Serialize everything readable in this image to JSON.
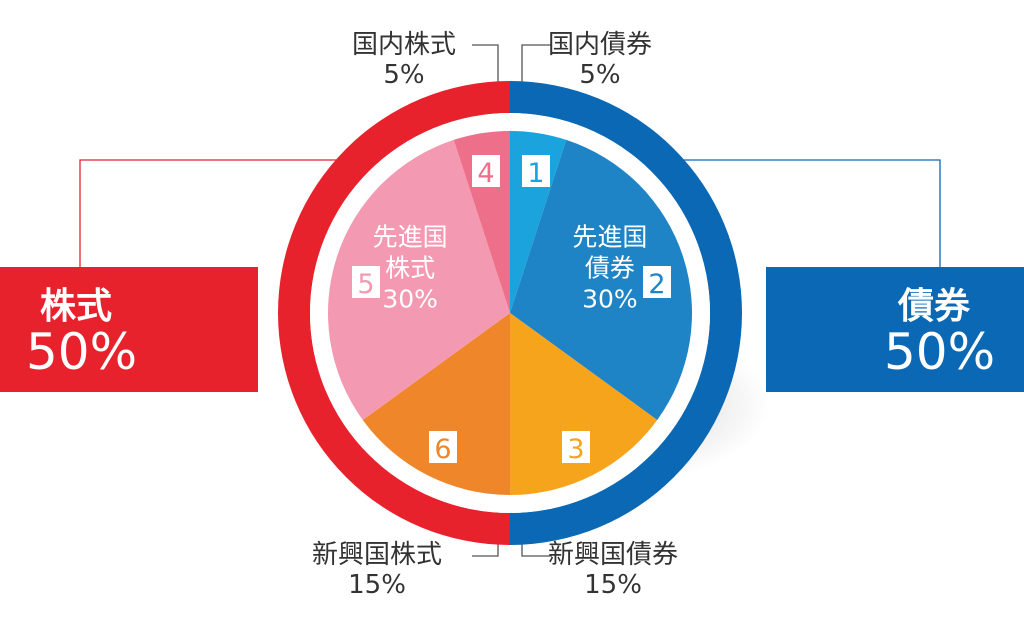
{
  "chart_data": {
    "type": "pie",
    "groups": [
      {
        "name": "株式",
        "value": "50%",
        "color": "#e8222d"
      },
      {
        "name": "債券",
        "value": "50%",
        "color": "#0a68b4"
      }
    ],
    "slices": [
      {
        "num": "1",
        "label": "国内債券",
        "pct": "5%",
        "value": 5,
        "color": "#1aa3dc",
        "group": "債券"
      },
      {
        "num": "2",
        "label_lines": [
          "先進国",
          "債券"
        ],
        "pct": "30%",
        "value": 30,
        "color": "#1e84c6",
        "group": "債券"
      },
      {
        "num": "3",
        "label": "新興国債券",
        "pct": "15%",
        "value": 15,
        "color": "#f7a41d",
        "group": "債券"
      },
      {
        "num": "6",
        "label": "新興国株式",
        "pct": "15%",
        "value": 15,
        "color": "#f0862a",
        "group": "株式"
      },
      {
        "num": "5",
        "label_lines": [
          "先進国",
          "株式"
        ],
        "pct": "30%",
        "value": 30,
        "color": "#f39ab2",
        "group": "株式"
      },
      {
        "num": "4",
        "label": "国内株式",
        "pct": "5%",
        "value": 5,
        "color": "#ee6f89",
        "group": "株式"
      }
    ]
  }
}
